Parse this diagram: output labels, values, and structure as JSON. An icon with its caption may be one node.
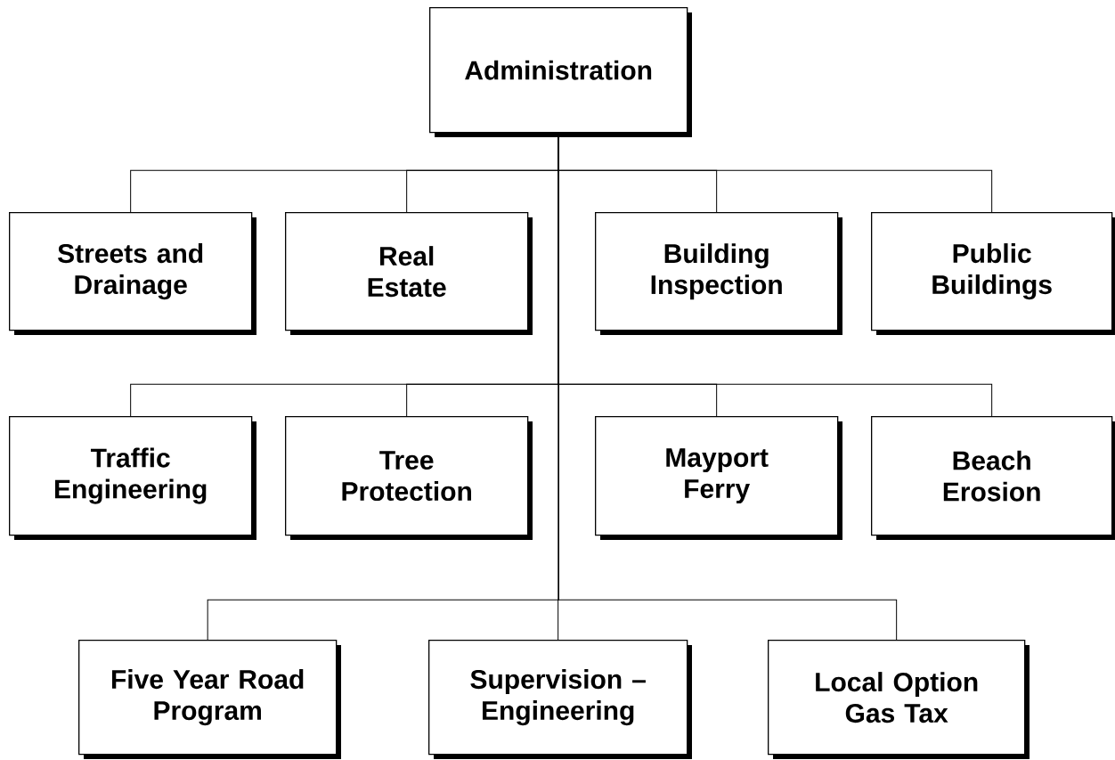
{
  "diagram": {
    "nodes": [
      {
        "text": [
          "Administration"
        ]
      },
      {
        "text": [
          "Streets and Drainage"
        ]
      },
      {
        "text": [
          "Real Estate"
        ]
      },
      {
        "text": [
          "Building Inspection"
        ]
      },
      {
        "text": [
          "Public Buildings"
        ]
      },
      {
        "text": [
          "Traffic Engineering"
        ]
      },
      {
        "text": [
          "Tree Protection"
        ]
      },
      {
        "text": [
          "Mayport Ferry"
        ]
      },
      {
        "text": [
          "Beach Erosion"
        ]
      },
      {
        "text": [
          "Five Year Road Program"
        ]
      },
      {
        "text": [
          "Supervision – Engineering"
        ]
      },
      {
        "text": [
          "Local Option Gas Tax"
        ]
      }
    ],
    "edges": [
      {
        "from": 0,
        "to": 1,
        "arrow": "none"
      },
      {
        "from": 0,
        "to": 2,
        "arrow": "none"
      },
      {
        "from": 0,
        "to": 3,
        "arrow": "none"
      },
      {
        "from": 0,
        "to": 4,
        "arrow": "none"
      },
      {
        "from": 0,
        "to": 5,
        "arrow": "none"
      },
      {
        "from": 0,
        "to": 6,
        "arrow": "none"
      },
      {
        "from": 0,
        "to": 7,
        "arrow": "none"
      },
      {
        "from": 0,
        "to": 8,
        "arrow": "none"
      },
      {
        "from": 0,
        "to": 9,
        "arrow": "none"
      },
      {
        "from": 0,
        "to": 10,
        "arrow": "none"
      },
      {
        "from": 0,
        "to": 11,
        "arrow": "none"
      }
    ]
  }
}
